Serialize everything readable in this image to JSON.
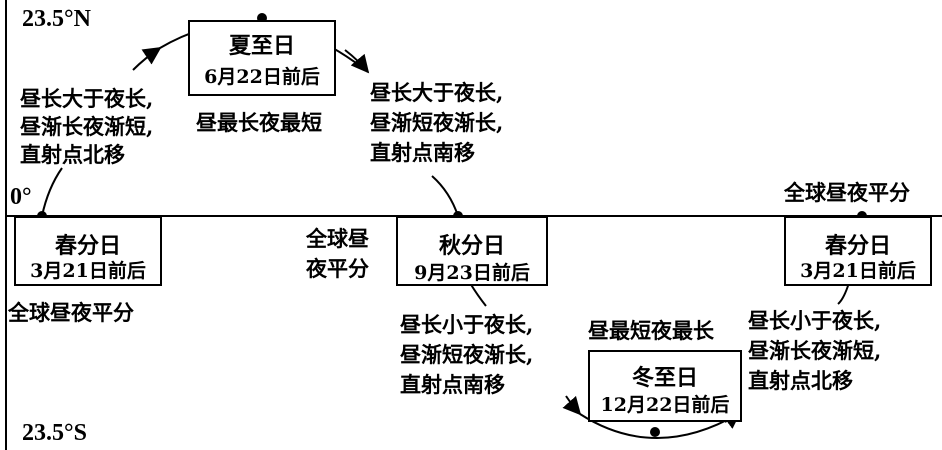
{
  "latitudes": {
    "north": "23.5°N",
    "equator": "0°",
    "south": "23.5°S"
  },
  "dates": {
    "spring_equinox_1": {
      "name": "春分日",
      "date": "3月21日前后"
    },
    "summer_solstice": {
      "name": "夏至日",
      "date": "6月22日前后"
    },
    "autumn_equinox": {
      "name": "秋分日",
      "date": "9月23日前后"
    },
    "winter_solstice": {
      "name": "冬至日",
      "date": "12月22日前后"
    },
    "spring_equinox_2": {
      "name": "春分日",
      "date": "3月21日前后"
    }
  },
  "notes": {
    "spring_equal": "全球昼夜平分",
    "summer_state": "昼最长夜最短",
    "autumn_equal_l1": "全球昼",
    "autumn_equal_l2": "夜平分",
    "winter_state": "昼最短夜最长",
    "spring2_equal": "全球昼夜平分"
  },
  "periods": {
    "spring_to_summer": [
      "昼长大于夜长,",
      "昼渐长夜渐短,",
      "直射点北移"
    ],
    "summer_to_autumn": [
      "昼长大于夜长,",
      "昼渐短夜渐长,",
      "直射点南移"
    ],
    "autumn_to_winter": [
      "昼长小于夜长,",
      "昼渐短夜渐长,",
      "直射点南移"
    ],
    "winter_to_spring": [
      "昼长小于夜长,",
      "昼渐长夜渐短,",
      "直射点北移"
    ]
  }
}
